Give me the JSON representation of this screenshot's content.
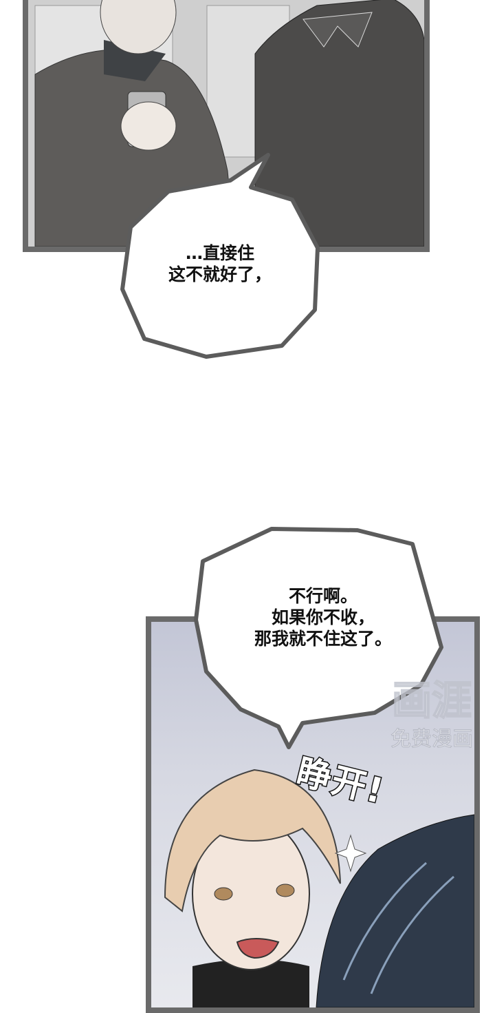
{
  "panels": [
    {
      "bubble": {
        "lines": [
          "…直接住",
          "这不就好了，"
        ]
      }
    },
    {
      "bubble": {
        "lines": [
          "不行啊。",
          "如果你不收，",
          "那我就不住这了。"
        ]
      },
      "sfx": "睁开!"
    }
  ],
  "watermark": {
    "logo": "画涯",
    "subtitle": "免费漫画"
  },
  "colors": {
    "frame": "#6a6a6a",
    "hair": "#e8cdb0",
    "panel2_bg": "#c9ccd8"
  }
}
